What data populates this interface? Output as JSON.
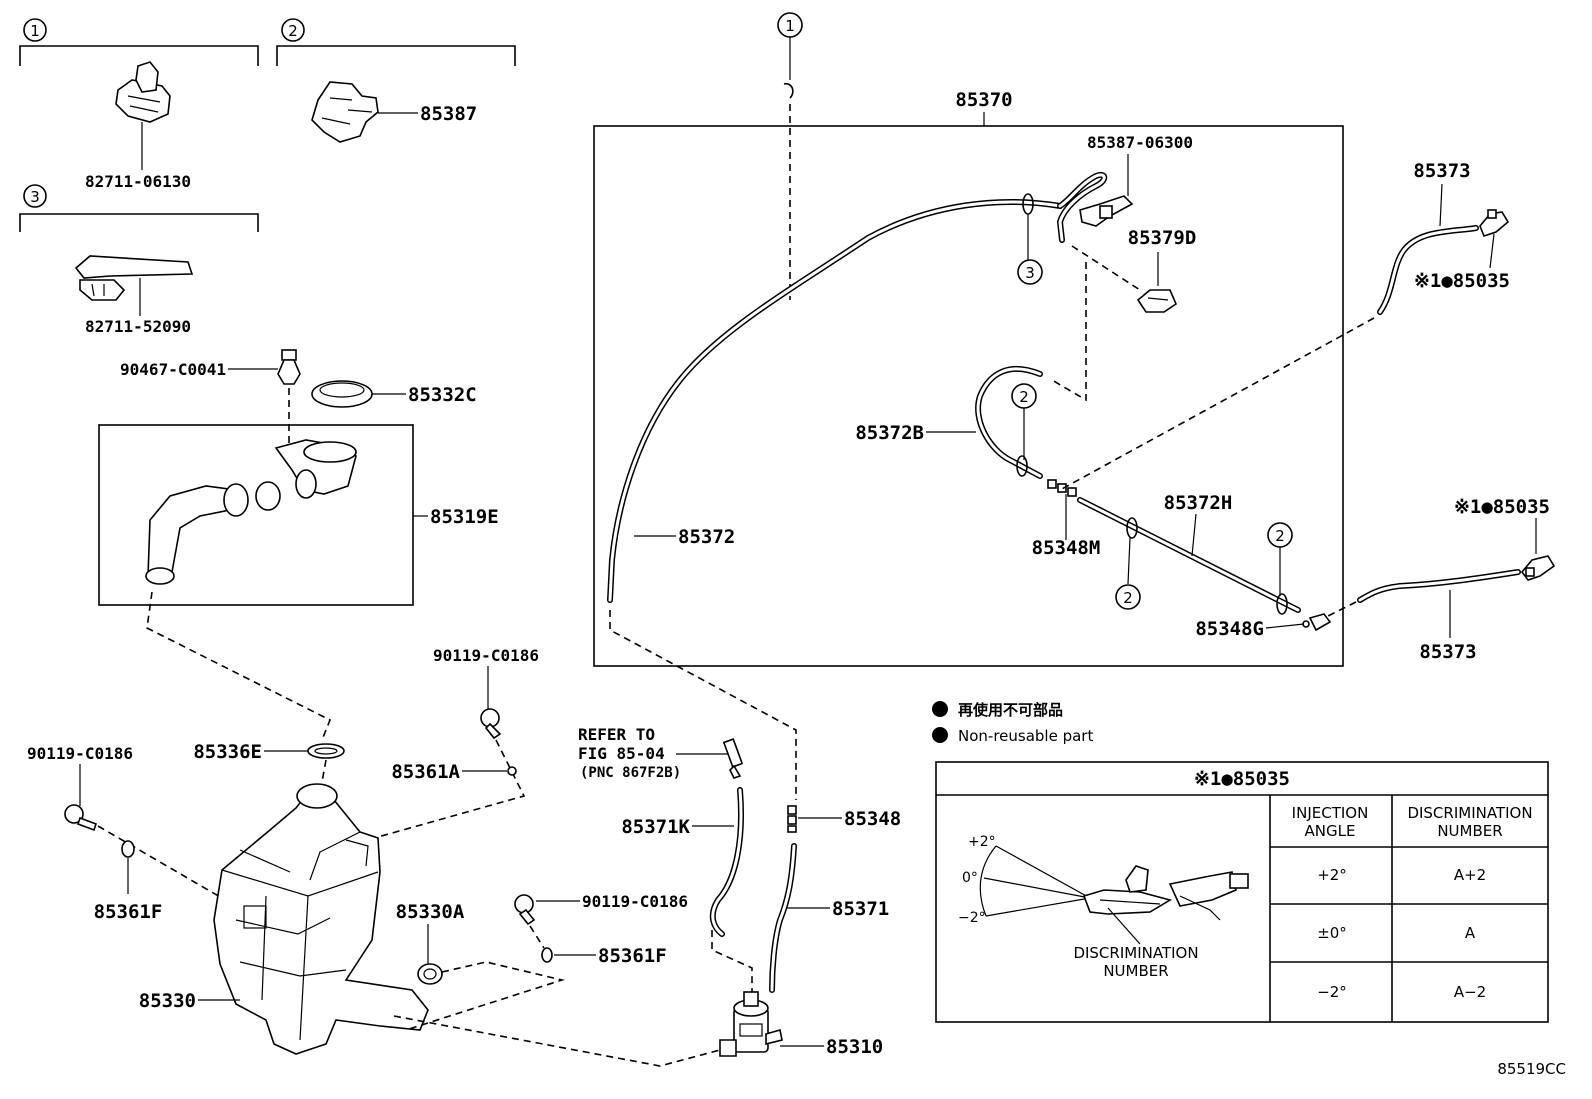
{
  "groups": {
    "g1": {
      "num": "1",
      "part": "82711-06130"
    },
    "g2": {
      "num": "2",
      "part": "85387"
    },
    "g3": {
      "num": "3",
      "part": "82711-52090"
    }
  },
  "markers": {
    "one": "1",
    "two": "2",
    "three": "3"
  },
  "labels": {
    "p90467": "90467-C0041",
    "p85332c": "85332C",
    "p85319e": "85319E",
    "p90119_a": "90119-C0186",
    "p90119_b": "90119-C0186",
    "p90119_c": "90119-C0186",
    "p85336e": "85336E",
    "p85361a": "85361A",
    "p85361f_a": "85361F",
    "p85361f_b": "85361F",
    "p85330a": "85330A",
    "p85330": "85330",
    "p85370": "85370",
    "p85387_06300": "85387-06300",
    "p85379d": "85379D",
    "p85372b": "85372B",
    "p85372": "85372",
    "p85348m": "85348M",
    "p85372h": "85372H",
    "p85348g": "85348G",
    "p85373_a": "85373",
    "p85373_b": "85373",
    "p85035_a": "※1●85035",
    "p85035_b": "※1●85035",
    "p85371k": "85371K",
    "p85348": "85348",
    "p85371": "85371",
    "p85310": "85310",
    "refer1": "REFER TO",
    "refer2": "FIG 85-04",
    "refer3": "(PNC 867F2B)"
  },
  "legend": {
    "jp": "再使用不可部品",
    "en": "Non-reusable part"
  },
  "table": {
    "title": "※1●85035",
    "col1": [
      "INJECTION",
      "ANGLE"
    ],
    "col2": [
      "DISCRIMINATION",
      "NUMBER"
    ],
    "rows": [
      {
        "angle": "+2°",
        "number": "A+2"
      },
      {
        "angle": "±0°",
        "number": "A"
      },
      {
        "angle": "−2°",
        "number": "A−2"
      }
    ],
    "diagram_angles": [
      "+2°",
      "0°",
      "−2°"
    ],
    "diagram_label": [
      "DISCRIMINATION",
      "NUMBER"
    ]
  },
  "figure_id": "85519CC"
}
